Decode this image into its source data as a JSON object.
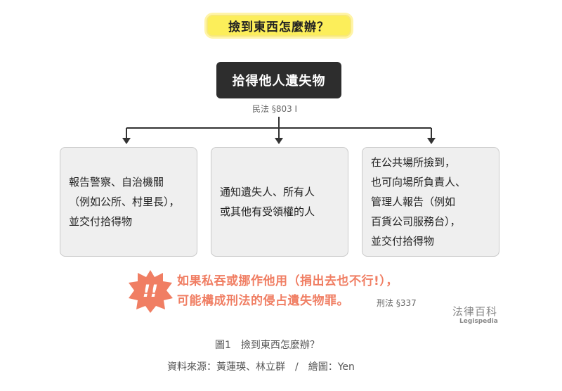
{
  "title": "撿到東西怎麼辦？",
  "root": {
    "label": "拾得他人遺失物",
    "citation": "民法 §803 I"
  },
  "branches": [
    {
      "text": "報告警察、自治機關\n（例如公所、村里長），\n並交付拾得物"
    },
    {
      "text": "通知遺失人、所有人\n或其他有受領權的人"
    },
    {
      "text": "在公共場所撿到，\n也可向場所負責人、\n管理人報告（例如\n百貨公司服務台），\n並交付拾得物"
    }
  ],
  "warning": {
    "badge": "!!",
    "line1": "如果私吞或挪作他用（捐出去也不行!），",
    "line2": "可能構成刑法的侵占遺失物罪。",
    "citation": "刑法 §337",
    "color": "#f07e63"
  },
  "logo": {
    "main": "法律百科",
    "sub": "Legispedia"
  },
  "caption": {
    "figure": "圖1　撿到東西怎麼辦？",
    "source": "資料來源：黃蓮瑛、林立群　/　繪圖：Yen"
  }
}
